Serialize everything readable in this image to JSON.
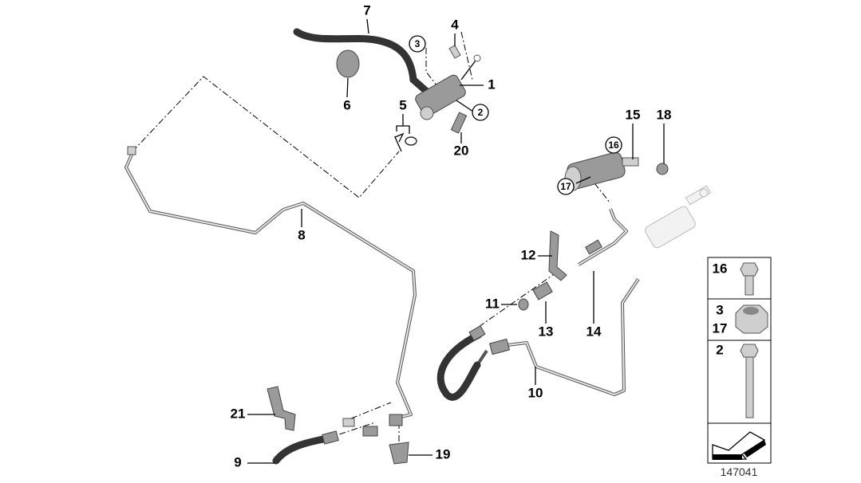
{
  "diagram": {
    "callouts": {
      "c1": "1",
      "c2": "2",
      "c3": "3",
      "c4": "4",
      "c5": "5",
      "c6": "6",
      "c7": "7",
      "c8": "8",
      "c9": "9",
      "c10": "10",
      "c11": "11",
      "c12": "12",
      "c13": "13",
      "c14": "14",
      "c15": "15",
      "c16": "16",
      "c17": "17",
      "c18": "18",
      "c19": "19",
      "c20": "20",
      "c21": "21"
    },
    "legend": {
      "row1": "16",
      "row2a": "3",
      "row2b": "17",
      "row3": "2"
    },
    "diagram_number": "147041"
  }
}
